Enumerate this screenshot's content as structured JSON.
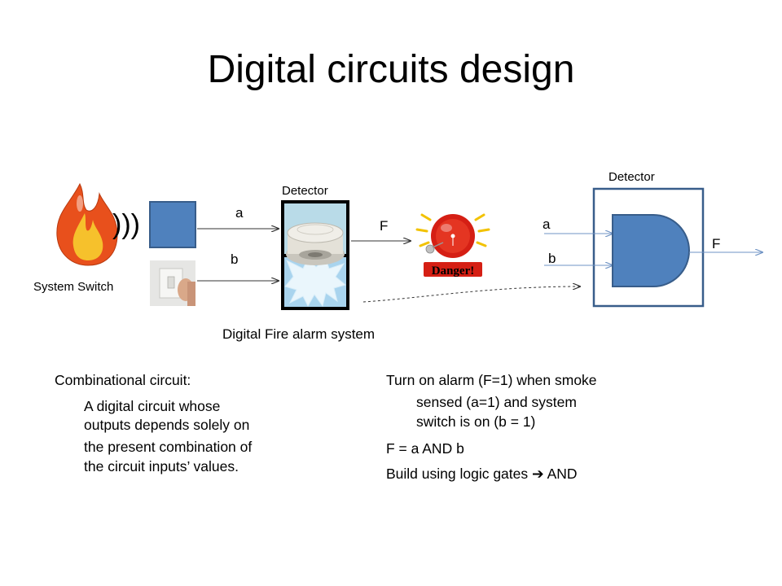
{
  "slide": {
    "title": "Digital circuits design"
  },
  "diagram": {
    "detector_label_left": "Detector",
    "detector_label_right": "Detector",
    "input_a_left": "a",
    "input_b_left": "b",
    "output_f_left": "F",
    "input_a_right": "a",
    "input_b_right": "b",
    "output_f_right": "F",
    "sound_waves": ")))",
    "system_switch_label": "System Switch",
    "alarm_sign": "Danger!",
    "caption": "Digital Fire alarm system"
  },
  "left_text": {
    "heading": "Combinational circuit:",
    "line1": "A digital circuit whose",
    "line2": "outputs depends solely on",
    "line3": "the present combination of",
    "line4": "the circuit inputs’ values."
  },
  "right_text": {
    "line1": "Turn on alarm (F=1) when smoke",
    "line2": "sensed (a=1) and system",
    "line3": "switch is  on (b = 1)",
    "equation": "F = a AND b",
    "build_prefix": "Build using logic gates ",
    "arrow": "➔",
    "build_suffix": " AND"
  },
  "colors": {
    "box_blue": "#4f81bd",
    "box_blue_border": "#385d8a",
    "line_dark": "#333333",
    "line_blue": "#6f93c4",
    "detector_top": "#b9dbe8",
    "detector_bottom": "#a9d4ee",
    "flame_outer": "#e8501c",
    "flame_inner": "#f6c12c",
    "alarm_red": "#d51f14",
    "alarm_ray": "#f2c200"
  }
}
